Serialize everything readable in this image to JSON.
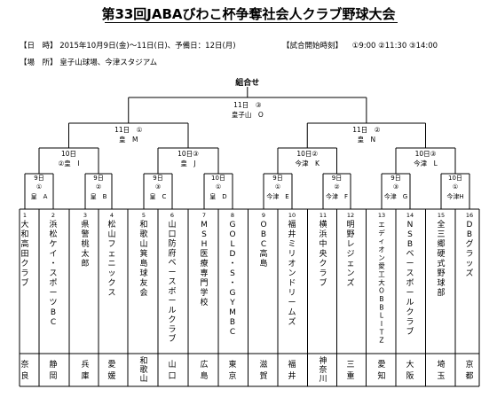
{
  "header": {
    "title": "第33回JABAびわこ杯争奪社会人クラブ野球大会",
    "date_label": "【日　時】",
    "date_text": "2015年10月9日(金)～11日(日)、予備日：12日(月)",
    "start_label": "【試合開始時刻】",
    "start_text": "①9:00  ②11:30  ③14:00",
    "venue_label": "【場　所】",
    "venue_text": "皇子山球場、今津スタジアム"
  },
  "bracket": {
    "heading": "組合せ",
    "final": {
      "line1": "11日　③",
      "line2": "皇子山　O"
    },
    "semis": [
      {
        "line1": "11日　①",
        "line2": "皇　M"
      },
      {
        "line1": "11日　②",
        "line2": "皇　N"
      }
    ],
    "quarters": [
      {
        "line1": "10日",
        "line2": "②皇　I"
      },
      {
        "line1": "10日③",
        "line2": "皇　J"
      },
      {
        "line1": "10日②",
        "line2": "今津　K"
      },
      {
        "line1": "10日③",
        "line2": "今津　L"
      }
    ],
    "first_round": [
      {
        "line1": "9日",
        "line2": "①",
        "line3": "皇　A"
      },
      {
        "line1": "9日",
        "line2": "②",
        "line3": "皇　B"
      },
      {
        "line1": "9日",
        "line2": "③",
        "line3": "皇　C"
      },
      {
        "line1": "10日",
        "line2": "①",
        "line3": "皇　D"
      },
      {
        "line1": "9日",
        "line2": "①",
        "line3": "今津　E"
      },
      {
        "line1": "9日",
        "line2": "②",
        "line3": "今津　F"
      },
      {
        "line1": "9日",
        "line2": "③",
        "line3": "今津　G"
      },
      {
        "line1": "10日",
        "line2": "①",
        "line3": "今津H"
      }
    ],
    "teams": [
      {
        "seed": "1",
        "name": "大和高田クラブ",
        "pref": "奈良"
      },
      {
        "seed": "2",
        "name": "浜松ケイ・スポーツBC",
        "pref": "静岡"
      },
      {
        "seed": "3",
        "name": "県警桃太郎",
        "pref": "兵庫"
      },
      {
        "seed": "4",
        "name": "松山フェニックス",
        "pref": "愛媛"
      },
      {
        "seed": "5",
        "name": "和歌山箕島球友会",
        "pref": "和歌山"
      },
      {
        "seed": "6",
        "name": "山口防府ベースボールクラブ",
        "pref": "山口"
      },
      {
        "seed": "7",
        "name": "MSH医療専門学校",
        "pref": "広島"
      },
      {
        "seed": "8",
        "name": "GOLD・S・GYMBC",
        "pref": "東京"
      },
      {
        "seed": "9",
        "name": "OBC高島",
        "pref": "滋賀"
      },
      {
        "seed": "10",
        "name": "福井ミリオンドリームズ",
        "pref": "福井"
      },
      {
        "seed": "11",
        "name": "横浜中央クラブ",
        "pref": "神奈川"
      },
      {
        "seed": "12",
        "name": "明野レジェンズ",
        "pref": "三重"
      },
      {
        "seed": "13",
        "name": "エディオン愛工大OBBLITZ",
        "pref": "愛知"
      },
      {
        "seed": "14",
        "name": "NSBベースボールクラブ",
        "pref": "大阪"
      },
      {
        "seed": "15",
        "name": "全三郷硬式野球部",
        "pref": "埼玉"
      },
      {
        "seed": "16",
        "name": "DBグラッズ",
        "pref": "京都"
      }
    ]
  }
}
